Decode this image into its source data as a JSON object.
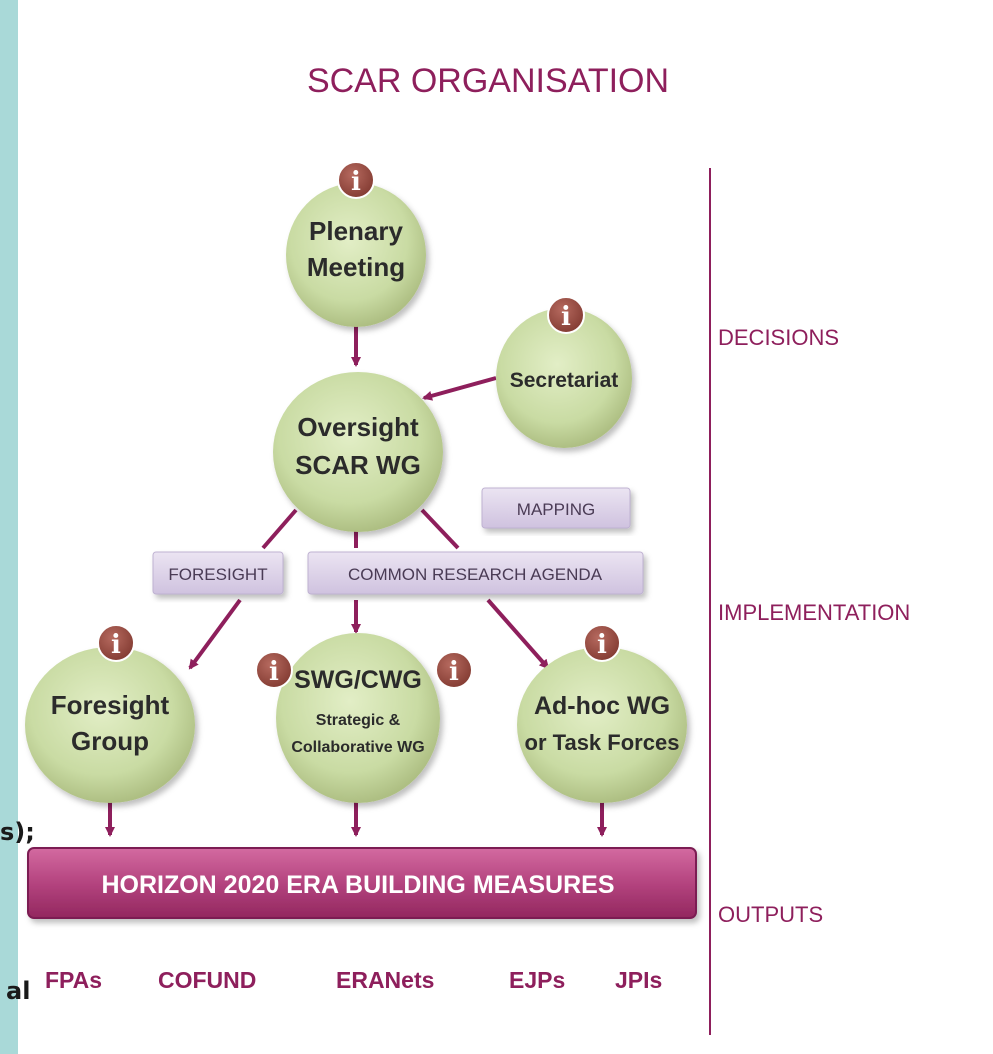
{
  "title": "SCAR ORGANISATION",
  "nodes": {
    "plenary": [
      "Plenary",
      "Meeting"
    ],
    "secretariat": [
      "Secretariat"
    ],
    "oversight": [
      "Oversight",
      "SCAR WG"
    ],
    "foresight_group": [
      "Foresight",
      "Group"
    ],
    "swg_cwg": [
      "SWG/CWG",
      "Strategic &",
      "Collaborative WG"
    ],
    "adhoc": [
      "Ad-hoc WG",
      "or Task Forces"
    ]
  },
  "boxes": {
    "mapping": "MAPPING",
    "foresight": "FORESIGHT",
    "common_research_agenda": "COMMON RESEARCH AGENDA"
  },
  "side_labels": {
    "decisions": "DECISIONS",
    "implementation": "IMPLEMENTATION",
    "outputs": "OUTPUTS"
  },
  "bar_label": "HORIZON 2020 ERA BUILDING MEASURES",
  "outputs": [
    "FPAs",
    "COFUND",
    "ERANets",
    "EJPs",
    "JPIs"
  ],
  "fragments": {
    "s_paren": "s);",
    "al": "al"
  },
  "info_glyph": "i",
  "colors": {
    "node_fill": "#c9dba3",
    "accent": "#8e1f5c",
    "box_fill": "#ddd3ea",
    "info_icon": "#9a4f45",
    "background_strip": "#a9d9d8"
  }
}
